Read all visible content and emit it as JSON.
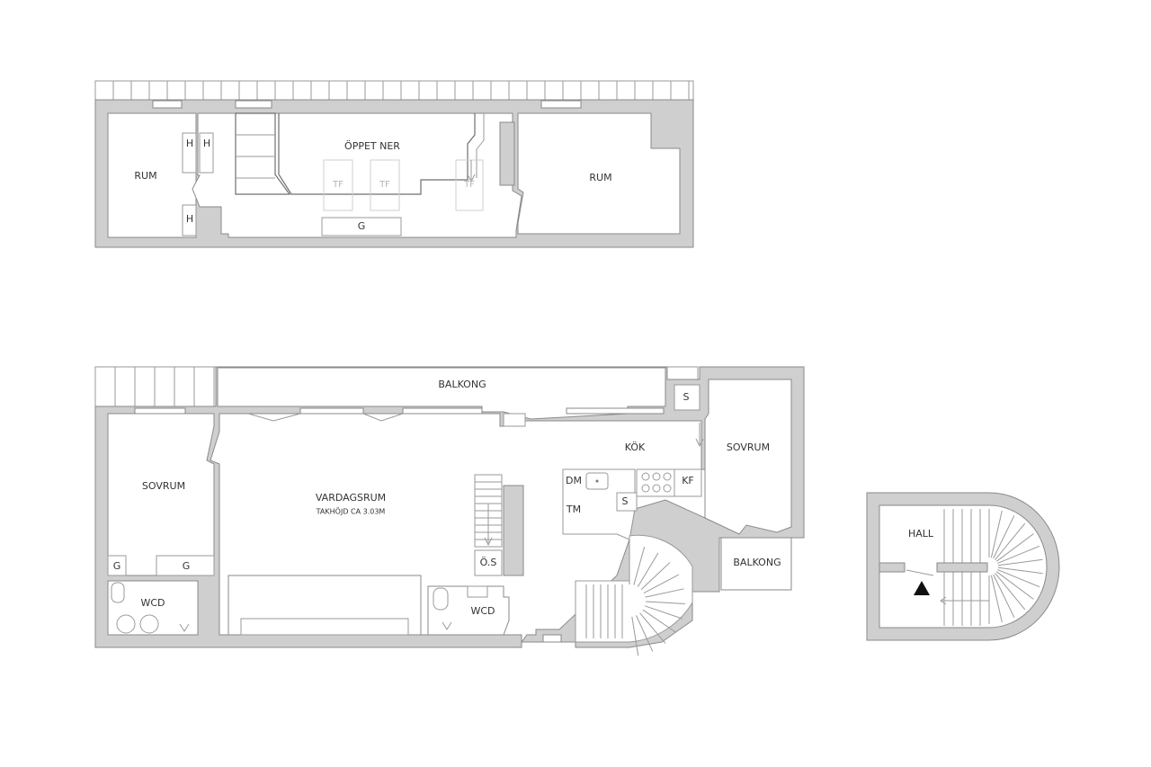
{
  "upper_floor": {
    "rum_left": "RUM",
    "rum_right": "RUM",
    "oppet_ner": "ÖPPET NER",
    "h1": "H",
    "h2": "H",
    "h3": "H",
    "tf1": "TF",
    "tf2": "TF",
    "tf3": "TF",
    "g": "G"
  },
  "main_floor": {
    "balkong_top": "BALKONG",
    "s_top": "S",
    "kok": "KÖK",
    "sovrum_right": "SOVRUM",
    "sovrum_left": "SOVRUM",
    "vardagsrum": "VARDAGSRUM",
    "takhojd": "TAKHÖJD CA 3.03M",
    "dm": "DM",
    "kf": "KF",
    "s_kitchen": "S",
    "tm": "TM",
    "balkong_right": "BALKONG",
    "g_left": "G",
    "g_right": "G",
    "wcd_left": "WCD",
    "os": "Ö.S",
    "wcd_mid": "WCD"
  },
  "entrance": {
    "hall": "HALL"
  },
  "colors": {
    "wall": "#cfcfcf",
    "line": "#8a8a8a",
    "background": "#ffffff"
  }
}
